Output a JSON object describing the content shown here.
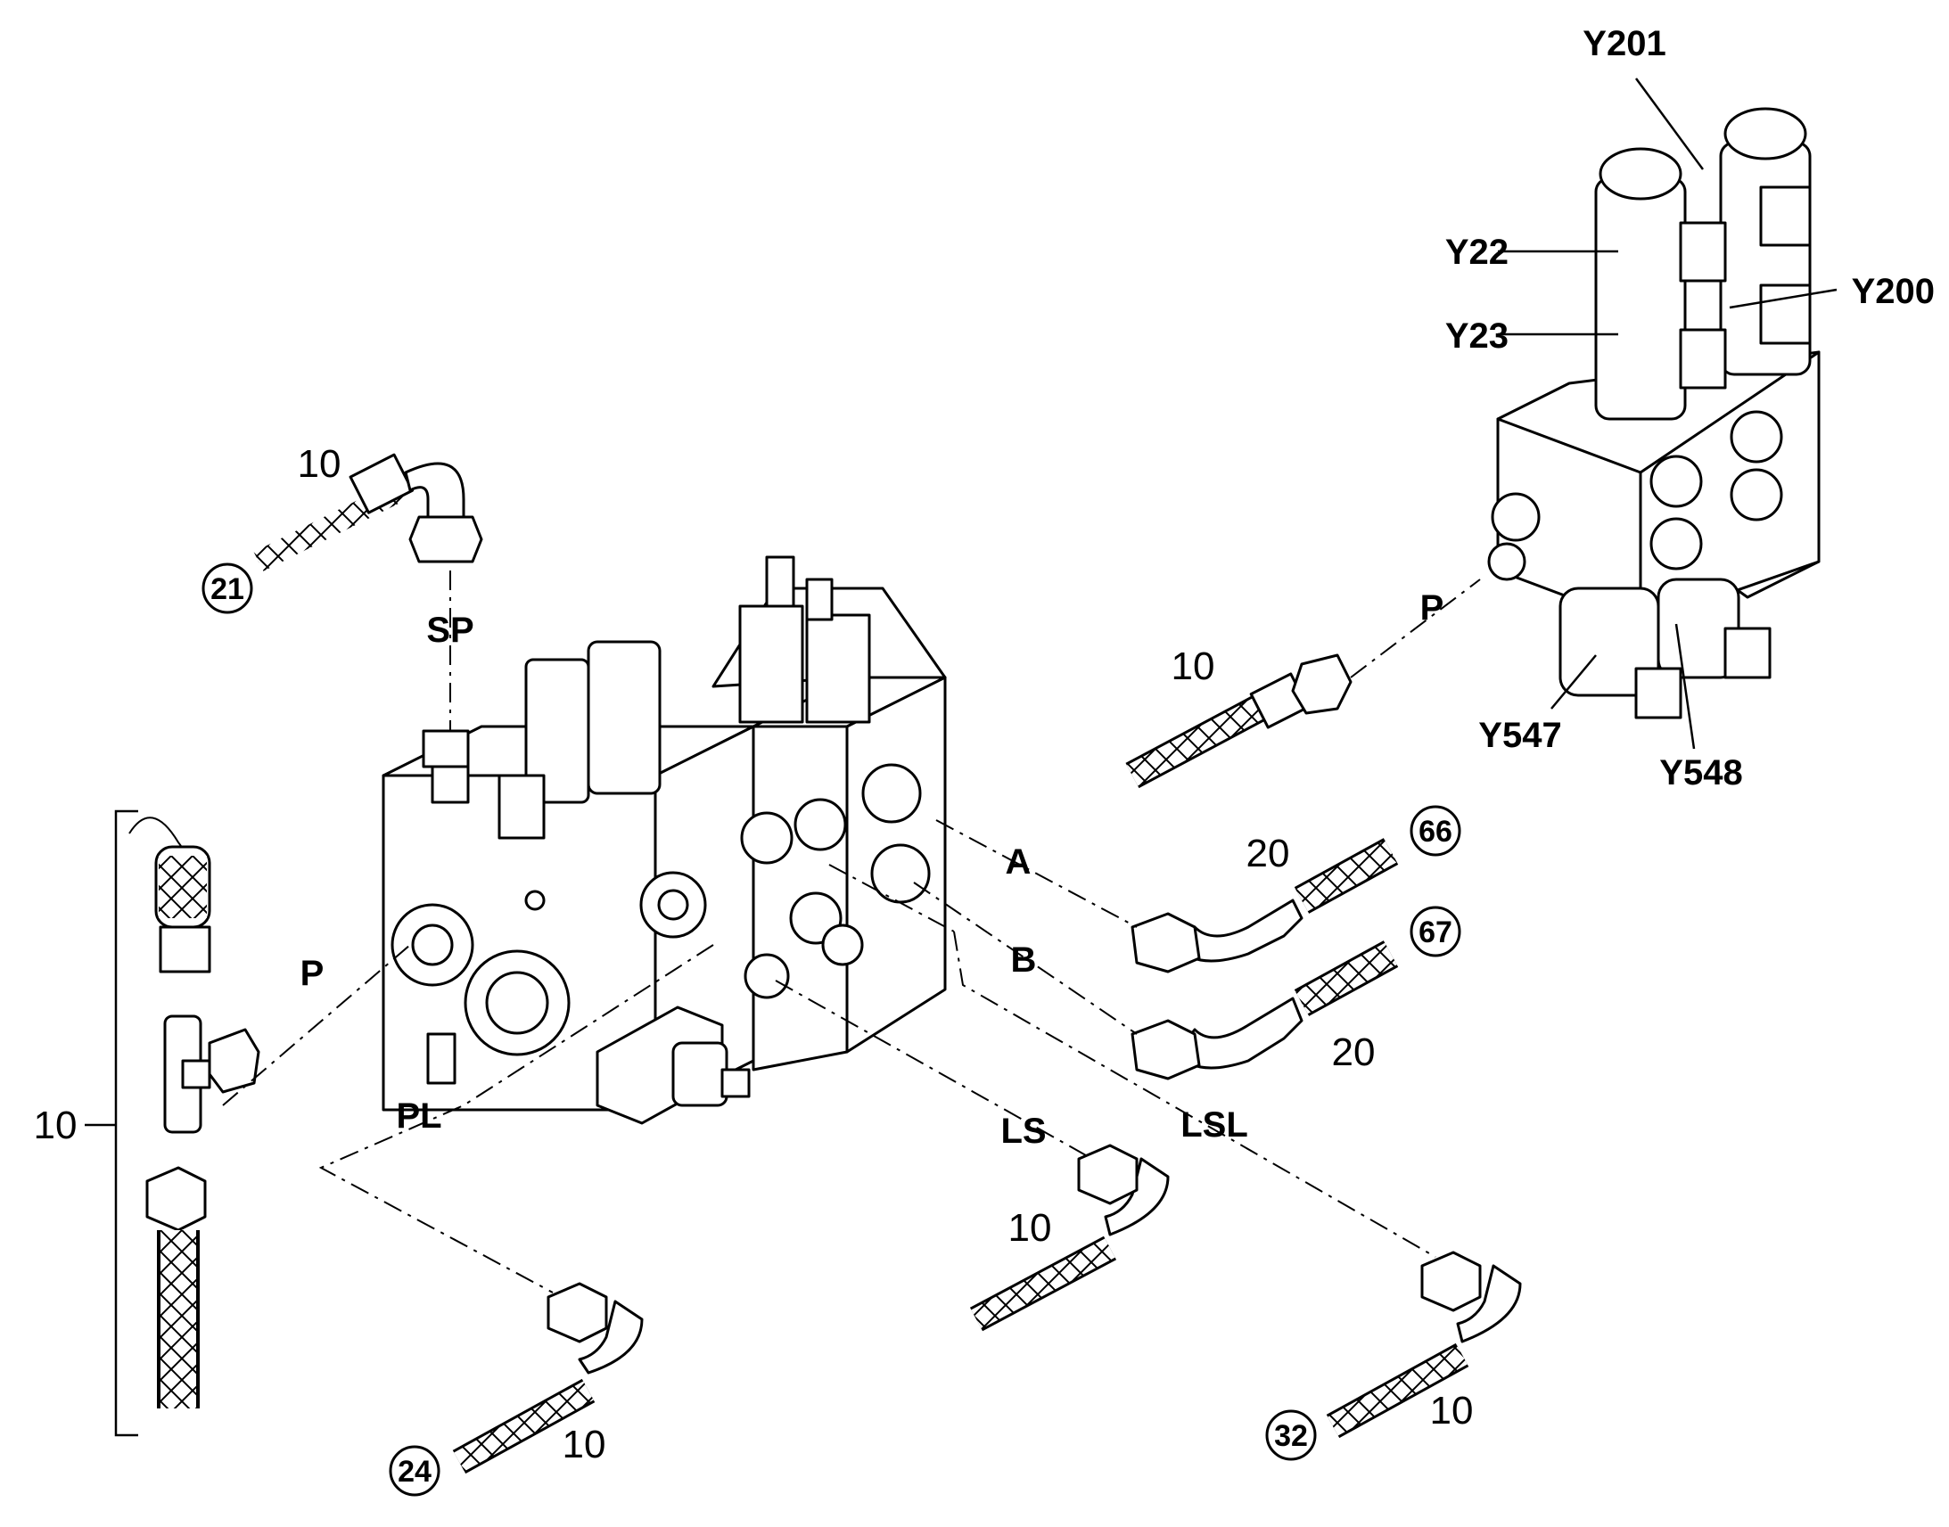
{
  "ports": {
    "sp": "SP",
    "p_left": "P",
    "pl": "PL",
    "a": "A",
    "b": "B",
    "ls": "LS",
    "lsl": "LSL",
    "p_right": "P"
  },
  "solenoids": {
    "y201": "Y201",
    "y22": "Y22",
    "y23": "Y23",
    "y200": "Y200",
    "y547": "Y547",
    "y548": "Y548"
  },
  "quantities": {
    "hose_sp": "10",
    "hose_p_right": "10",
    "kit_p": "10",
    "hose_pl": "10",
    "hose_ls": "10",
    "hose_lsl": "10",
    "hose_a": "20",
    "hose_b": "20"
  },
  "callouts": {
    "c21": "21",
    "c24": "24",
    "c32": "32",
    "c66": "66",
    "c67": "67"
  },
  "icons": [
    "hydraulic-valve-block-main",
    "solenoid-valve-block",
    "hose-assembly",
    "test-coupling-kit"
  ]
}
